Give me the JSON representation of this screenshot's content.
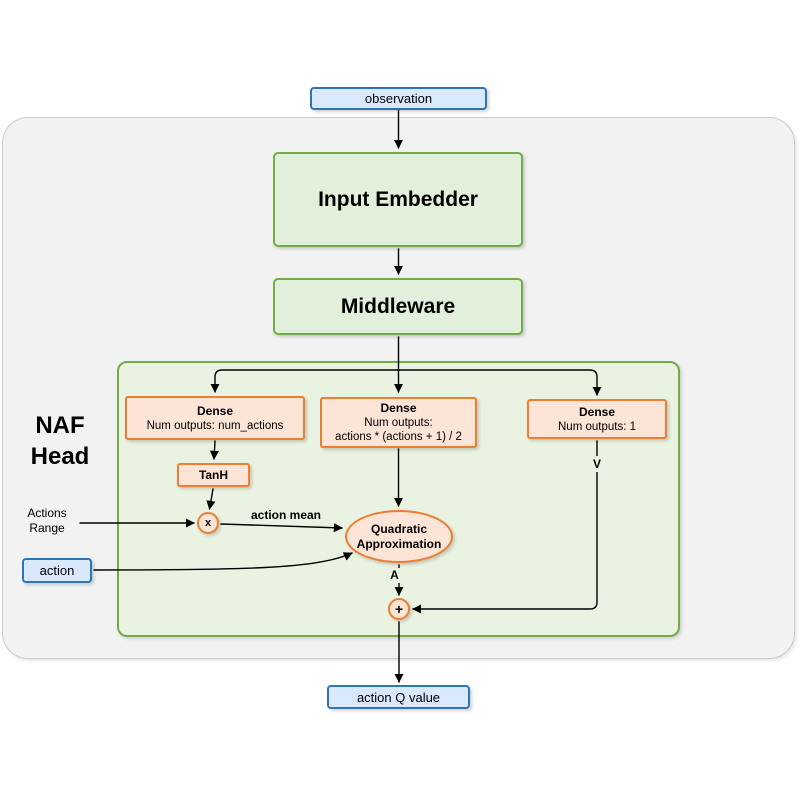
{
  "diagram_title": "NAF Head",
  "nodes": {
    "observation": "observation",
    "input_embedder": "Input Embedder",
    "middleware": "Middleware",
    "dense_left": {
      "title": "Dense",
      "subtitle": "Num outputs: num_actions"
    },
    "dense_mid": {
      "title": "Dense",
      "subtitle_line1": "Num outputs:",
      "subtitle_line2": "actions * (actions + 1) / 2"
    },
    "dense_right": {
      "title": "Dense",
      "subtitle": "Num outputs: 1"
    },
    "tanh": "TanH",
    "multiply": "x",
    "quadratic": {
      "line1": "Quadratic",
      "line2": "Approximation"
    },
    "plus": "+",
    "action": "action",
    "action_q_value": "action Q value"
  },
  "labels": {
    "naf_line1": "NAF",
    "naf_line2": "Head",
    "actions_range_line1": "Actions",
    "actions_range_line2": "Range",
    "action_mean": "action mean",
    "advantage": "A",
    "value": "V"
  },
  "colors": {
    "blue_fill": "#dae8fc",
    "blue_stroke": "#2e75b6",
    "green_fill": "#e2efda",
    "green_stroke": "#70ad47",
    "naf_container_fill": "#eaf3e2",
    "orange_fill": "#fce4d6",
    "orange_stroke": "#ed7d31",
    "outer_fill": "#f2f2f2",
    "outer_stroke": "#cccccc",
    "connector": "#000000"
  }
}
